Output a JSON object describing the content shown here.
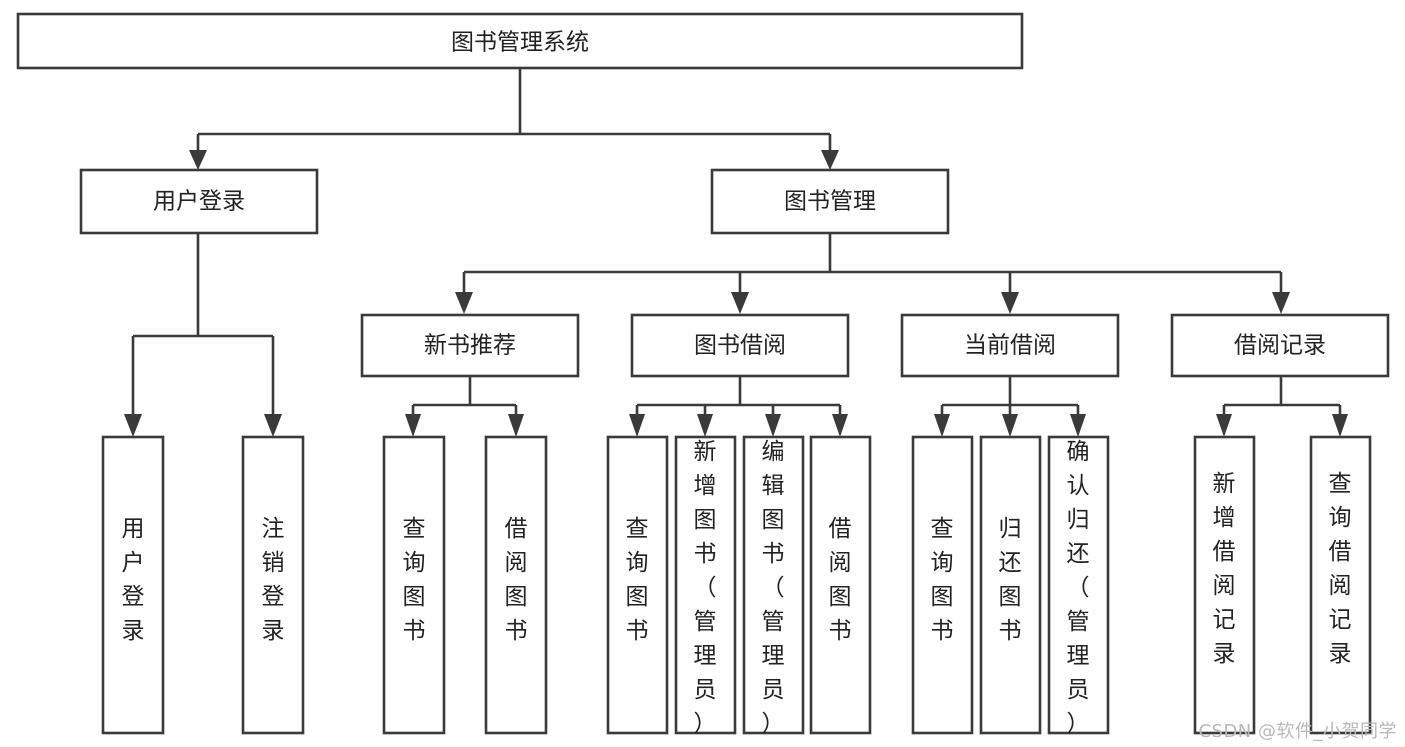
{
  "diagram": {
    "type": "tree",
    "title": "图书管理系统",
    "watermark": "CSDN @软件_小贺同学",
    "colors": {
      "stroke": "#3a3a3a",
      "fill": "#ffffff",
      "text": "#222222",
      "watermark": "#b8b8b8"
    },
    "levels": {
      "root": {
        "label": "图书管理系统"
      },
      "level2": [
        {
          "label": "用户登录"
        },
        {
          "label": "图书管理"
        }
      ],
      "level3": [
        {
          "label": "新书推荐"
        },
        {
          "label": "图书借阅"
        },
        {
          "label": "当前借阅"
        },
        {
          "label": "借阅记录"
        }
      ],
      "leaves_user_login": [
        {
          "label": "用户登录"
        },
        {
          "label": "注销登录"
        }
      ],
      "leaves_new_book": [
        {
          "label": "查询图书"
        },
        {
          "label": "借阅图书"
        }
      ],
      "leaves_book_borrow": [
        {
          "label": "查询图书"
        },
        {
          "label": "新增图书（管理员）"
        },
        {
          "label": "编辑图书（管理员）"
        },
        {
          "label": "借阅图书"
        }
      ],
      "leaves_current_borrow": [
        {
          "label": "查询图书"
        },
        {
          "label": "归还图书"
        },
        {
          "label": "确认归还（管理员）"
        }
      ],
      "leaves_borrow_record": [
        {
          "label": "新增借阅记录"
        },
        {
          "label": "查询借阅记录"
        }
      ]
    }
  }
}
